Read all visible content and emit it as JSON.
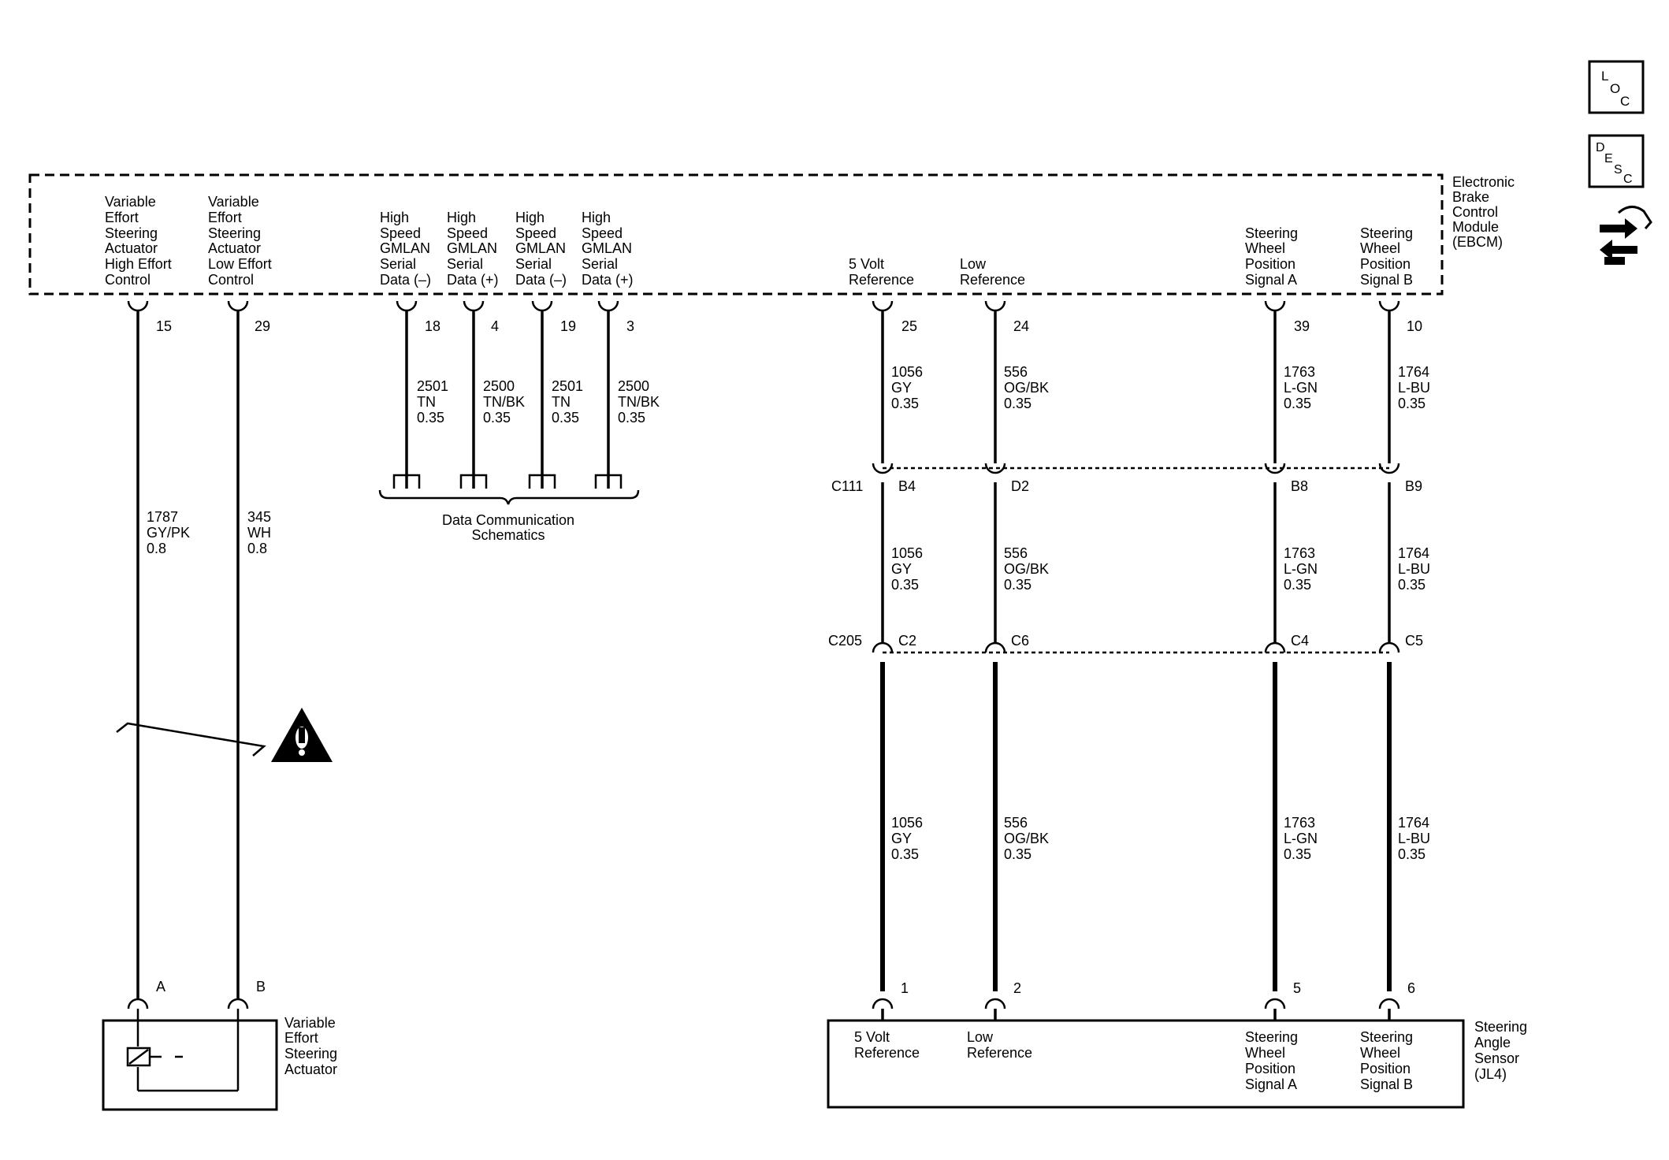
{
  "ebcm": {
    "name": [
      "Electronic",
      "Brake",
      "Control",
      "Module",
      "(EBCM)"
    ],
    "terminals": [
      {
        "id": "t15",
        "label": [
          "Variable",
          "Effort",
          "Steering",
          "Actuator",
          "High Effort",
          "Control"
        ],
        "pin": "15"
      },
      {
        "id": "t29",
        "label": [
          "Variable",
          "Effort",
          "Steering",
          "Actuator",
          "Low Effort",
          "Control"
        ],
        "pin": "29"
      },
      {
        "id": "t18",
        "label": [
          "High",
          "Speed",
          "GMLAN",
          "Serial",
          "Data (–)"
        ],
        "pin": "18"
      },
      {
        "id": "t4",
        "label": [
          "High",
          "Speed",
          "GMLAN",
          "Serial",
          "Data (+)"
        ],
        "pin": "4"
      },
      {
        "id": "t19",
        "label": [
          "High",
          "Speed",
          "GMLAN",
          "Serial",
          "Data (–)"
        ],
        "pin": "19"
      },
      {
        "id": "t3",
        "label": [
          "High",
          "Speed",
          "GMLAN",
          "Serial",
          "Data (+)"
        ],
        "pin": "3"
      },
      {
        "id": "t25",
        "label": [
          "5 Volt",
          "Reference"
        ],
        "pin": "25"
      },
      {
        "id": "t24",
        "label": [
          "Low",
          "Reference"
        ],
        "pin": "24"
      },
      {
        "id": "t39",
        "label": [
          "Steering",
          "Wheel",
          "Position",
          "Signal A"
        ],
        "pin": "39"
      },
      {
        "id": "t10",
        "label": [
          "Steering",
          "Wheel",
          "Position",
          "Signal B"
        ],
        "pin": "10"
      }
    ]
  },
  "wires": {
    "w1787": [
      "1787",
      "GY/PK",
      "0.8"
    ],
    "w345": [
      "345",
      "WH",
      "0.8"
    ],
    "gmlan": [
      [
        "2501",
        "TN",
        "0.35"
      ],
      [
        "2500",
        "TN/BK",
        "0.35"
      ],
      [
        "2501",
        "TN",
        "0.35"
      ],
      [
        "2500",
        "TN/BK",
        "0.35"
      ]
    ],
    "w1056": [
      "1056",
      "GY",
      "0.35"
    ],
    "w556": [
      "556",
      "OG/BK",
      "0.35"
    ],
    "w1763": [
      "1763",
      "L-GN",
      "0.35"
    ],
    "w1764": [
      "1764",
      "L-BU",
      "0.35"
    ]
  },
  "connectors": {
    "c111": {
      "name": "C111",
      "pins": [
        "B4",
        "D2",
        "B8",
        "B9"
      ]
    },
    "c205": {
      "name": "C205",
      "pins": [
        "C2",
        "C6",
        "C4",
        "C5"
      ]
    }
  },
  "data_comm": [
    "Data Communication",
    "Schematics"
  ],
  "actuator": {
    "name": [
      "Variable",
      "Effort",
      "Steering",
      "Actuator"
    ],
    "pins": [
      "A",
      "B"
    ]
  },
  "sensor": {
    "name": [
      "Steering",
      "Angle",
      "Sensor",
      "(JL4)"
    ],
    "pins": [
      "1",
      "2",
      "5",
      "6"
    ],
    "labels": [
      [
        "5 Volt",
        "Reference"
      ],
      [
        "Low",
        "Reference"
      ],
      [
        "Steering",
        "Wheel",
        "Position",
        "Signal A"
      ],
      [
        "Steering",
        "Wheel",
        "Position",
        "Signal B"
      ]
    ]
  },
  "side_icons": {
    "loc": [
      "L",
      "O",
      "C"
    ],
    "desc": [
      "D",
      "E",
      "S",
      "C"
    ],
    "nav_icon": "swap-arrows-icon"
  },
  "warning_icon": "caution-triangle-icon"
}
